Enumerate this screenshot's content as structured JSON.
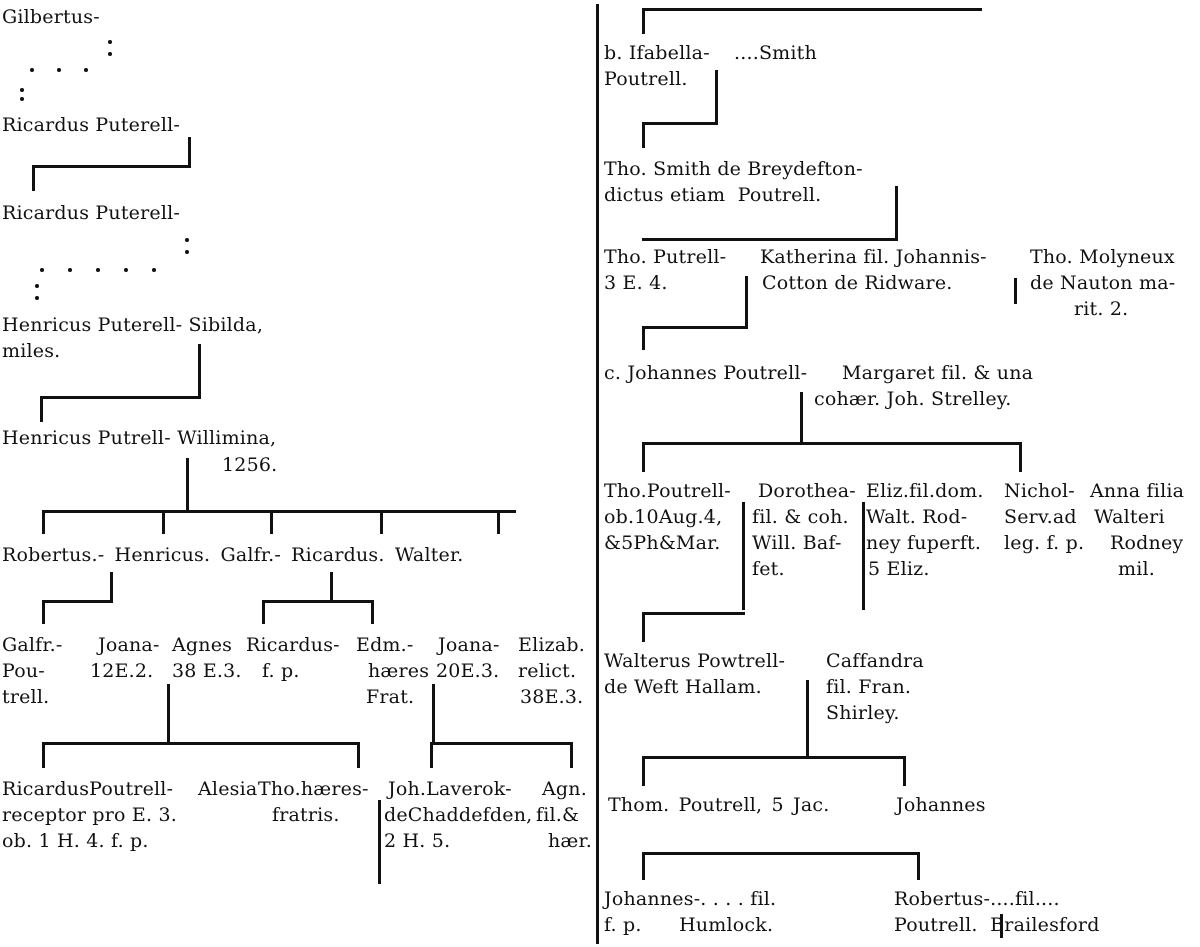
{
  "left": {
    "gilbertus": "Gilbertus-",
    "ricardus_1": "Ricardus Puterell-",
    "ricardus_2": "Ricardus Puterell-",
    "henricus_1": "Henricus Puterell- Sibilda,",
    "henricus_1_title": "miles.",
    "henricus_2": "Henricus Putrell- Willimina,",
    "henricus_2_date": "1256.",
    "children_row": "Robertus.- Henricus. Galfr.- Ricardus. Walter.",
    "galfr_poutrell": [
      "Galfr.-",
      "Pou-",
      "trell."
    ],
    "joana_1": [
      "Joana-",
      "12E.2."
    ],
    "agnes": [
      "Agnes",
      "38 E.3."
    ],
    "ricardus_sp": [
      "Ricardus-",
      "f. p."
    ],
    "edm": [
      "Edm.-",
      "hæres",
      "Frat."
    ],
    "joana_2": [
      "Joana-",
      "20E.3."
    ],
    "elizab": [
      "Elizab.",
      "relict.",
      "38E.3."
    ],
    "ricardus_poutrell": [
      "RicardusPoutrell-",
      "receptor pro E. 3.",
      "ob. 1 H. 4. f. p."
    ],
    "alesia": [
      "Alesia"
    ],
    "tho_haeres": [
      "Tho.hæres-",
      "fratris."
    ],
    "joh_laverok": [
      "Joh.Laverok-",
      "deChaddefden,",
      "2 H. 5."
    ],
    "agn": [
      "Agn.",
      "fil.&",
      "hær."
    ]
  },
  "right": {
    "isabella": [
      "b. Ifabella-",
      "Poutrell."
    ],
    "smith": "....Smith",
    "tho_smith": [
      "Tho. Smith de Breydefton-",
      "dictus etiam  Poutrell."
    ],
    "tho_putrell": [
      "Tho. Putrell-",
      "3 E. 4."
    ],
    "katherina": [
      "Katherina fil. Johannis-",
      "Cotton de Ridware."
    ],
    "tho_molyneux": [
      "Tho. Molyneux",
      "de Nauton ma-",
      "rit. 2."
    ],
    "johannes_poutrell": "c. Johannes Poutrell-",
    "margaret": [
      "Margaret fil. & una",
      "cohær. Joh. Strelley."
    ],
    "tho_poutrell": [
      "Tho.Poutrell-",
      "ob.10Aug.4,",
      "&5Ph&Mar."
    ],
    "dorothea": [
      "Dorothea-",
      "fil. & coh.",
      "Will. Baf-",
      "fet."
    ],
    "eliz": [
      "Eliz.fil.dom.",
      "Walt. Rod-",
      "ney fuperft.",
      "5 Eliz."
    ],
    "nichol": [
      "Nichol-",
      "Serv.ad",
      "leg. f. p."
    ],
    "anna": [
      "Anna filia",
      "Walteri",
      "Rodney",
      "mil."
    ],
    "walterus": [
      "Walterus Powtrell-",
      "de Weft Hallam."
    ],
    "cassandra": [
      "Caffandra",
      "fil. Fran.",
      "Shirley."
    ],
    "thom_poutrell": "Thom. Poutrell, 5 Jac.",
    "johannes_2": "Johannes",
    "johannes_sp": [
      "Johannes-. . . . fil.",
      "f. p.      Humlock."
    ],
    "robertus": [
      "Robertus-....fil....",
      "Poutrell.  Brailesford"
    ]
  }
}
